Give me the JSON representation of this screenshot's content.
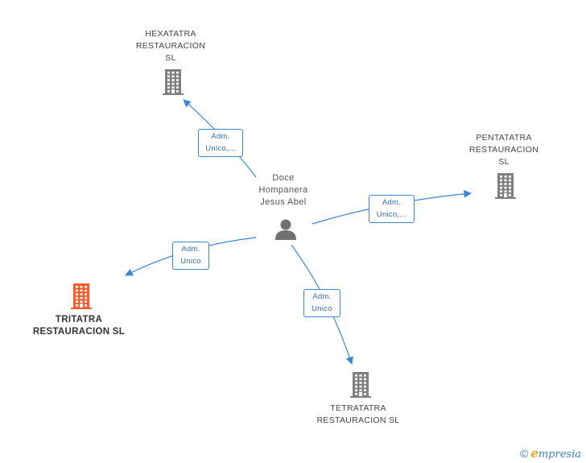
{
  "colors": {
    "edge": "#3a87d6",
    "company": "#808080",
    "focus_company": "#ff5a2a",
    "person": "#707070"
  },
  "person": {
    "lines": [
      "Doce",
      "Hompanera",
      "Jesus Abel"
    ],
    "icon": "person-icon"
  },
  "companies": [
    {
      "id": "hexatatra",
      "lines": [
        "HEXATATRA",
        "RESTAURACION",
        "SL"
      ],
      "icon": "building-icon",
      "focus": false
    },
    {
      "id": "pentatatra",
      "lines": [
        "PENTATATRA",
        "RESTAURACION",
        "SL"
      ],
      "icon": "building-icon",
      "focus": false
    },
    {
      "id": "tritatra",
      "lines": [
        "TRITATRA",
        "RESTAURACION SL"
      ],
      "icon": "building-icon",
      "focus": true
    },
    {
      "id": "tetratatra",
      "lines": [
        "TETRATATRA",
        "RESTAURACION SL"
      ],
      "icon": "building-icon",
      "focus": false
    }
  ],
  "edges": [
    {
      "to": "hexatatra",
      "lines": [
        "Adm.",
        "Unico,..."
      ]
    },
    {
      "to": "pentatatra",
      "lines": [
        "Adm.",
        "Unico,..."
      ]
    },
    {
      "to": "tritatra",
      "lines": [
        "Adm.",
        "Unico"
      ]
    },
    {
      "to": "tetratatra",
      "lines": [
        "Adm.",
        "Unico"
      ]
    }
  ],
  "footer": {
    "copyright": "©",
    "brand_initial": "e",
    "brand_rest": "mpresia"
  }
}
